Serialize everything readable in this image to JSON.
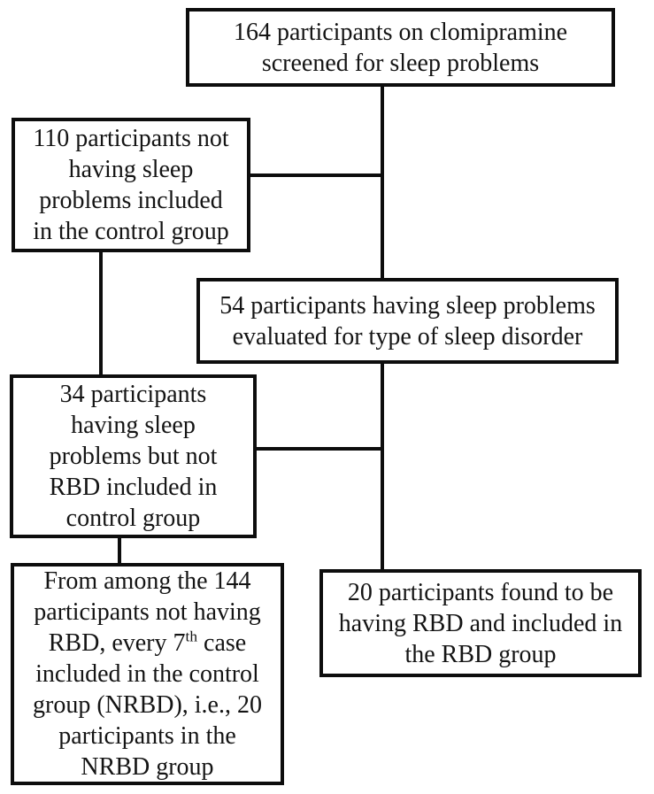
{
  "figure": {
    "type": "participant-flow-diagram",
    "colors": {
      "ink": "#0d0d0d",
      "background": "#ffffff"
    },
    "boxes": {
      "screened": {
        "text": "164 participants on clomipramine\nscreened for sleep problems"
      },
      "control_no_sleep": {
        "text": "110 participants not\nhaving sleep\nproblems included\nin the control group"
      },
      "evaluated": {
        "text": "54 participants having sleep problems\nevaluated for type of sleep disorder"
      },
      "not_rbd_control": {
        "text": "34 participants\nhaving sleep\nproblems but not\nRBD included in\ncontrol group"
      },
      "nrbd": {
        "text_pre": "From among the 144\nparticipants not having\nRBD, every 7",
        "superscript": "th",
        "text_post": " case\nincluded in the control\ngroup (NRBD), i.e., 20\nparticipants in the\nNRBD group"
      },
      "rbd": {
        "text": "20 participants found to be\nhaving RBD and included in\nthe RBD group"
      }
    }
  }
}
